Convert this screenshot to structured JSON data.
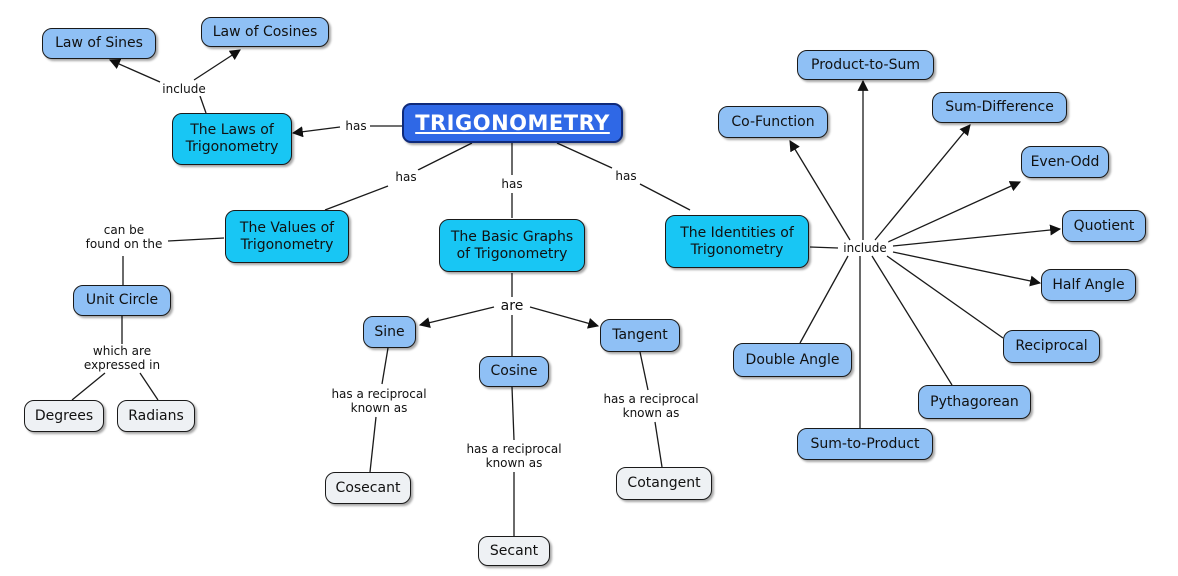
{
  "root": "TRIGONOMETRY",
  "links": {
    "has": "has",
    "include": "include",
    "are": "are",
    "can_be_found_on_the": "can be\nfound on the",
    "which_are_expressed_in": "which are\nexpressed in",
    "has_a_reciprocal_known_as": "has a reciprocal\nknown as"
  },
  "concepts": {
    "laws": "The Laws of\nTrigonometry",
    "law_of_sines": "Law of Sines",
    "law_of_cosines": "Law of Cosines",
    "values": "The Values of\nTrigonometry",
    "unit_circle": "Unit Circle",
    "degrees": "Degrees",
    "radians": "Radians",
    "graphs": "The Basic Graphs\nof Trigonometry",
    "sine": "Sine",
    "cosine": "Cosine",
    "tangent": "Tangent",
    "cosecant": "Cosecant",
    "secant": "Secant",
    "cotangent": "Cotangent",
    "identities": "The Identities of\nTrigonometry",
    "co_function": "Co-Function",
    "product_to_sum": "Product-to-Sum",
    "sum_difference": "Sum-Difference",
    "even_odd": "Even-Odd",
    "quotient": "Quotient",
    "half_angle": "Half Angle",
    "reciprocal": "Reciprocal",
    "pythagorean": "Pythagorean",
    "sum_to_product": "Sum-to-Product",
    "double_angle": "Double Angle"
  },
  "colors": {
    "root_fill": "#2f68e6",
    "main_concept_fill": "#18c6f4",
    "concept_fill": "#8fc0f5",
    "leaf_fill": "#eef1f4",
    "line": "#1a1a1a"
  }
}
